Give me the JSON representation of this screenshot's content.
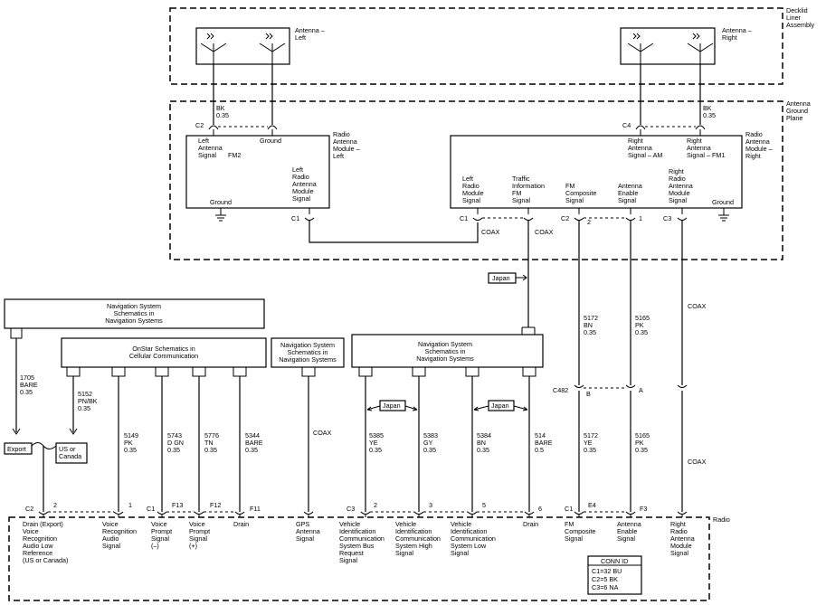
{
  "decklid": {
    "title": [
      "Decklid",
      "Liner",
      "Assembly"
    ]
  },
  "antenna_left": {
    "label": [
      "Antenna –",
      "Left"
    ]
  },
  "antenna_right": {
    "label": [
      "Antenna –",
      "Right"
    ]
  },
  "ground_plane": {
    "title": [
      "Antenna",
      "Ground",
      "Plane"
    ]
  },
  "wire_left_ant": {
    "color": "BK",
    "size": "0.35"
  },
  "wire_right_ant": {
    "color": "BK",
    "size": "0.35"
  },
  "module_left": {
    "title": [
      "Radio",
      "Antenna",
      "Module –",
      "Left"
    ],
    "signal": [
      "Left",
      "Antenna",
      "Signal"
    ],
    "fm2": "FM2",
    "ground_top": "Ground",
    "ground_bottom": "Ground",
    "signal_out": [
      "Left",
      "Radio",
      "Antenna",
      "Module",
      "Signal"
    ]
  },
  "module_right": {
    "title": [
      "Radio",
      "Antenna",
      "Module –",
      "Right"
    ],
    "am": [
      "Right",
      "Antenna",
      "Signal – AM"
    ],
    "fm1": [
      "Right",
      "Antenna",
      "Signal – FM1"
    ],
    "left_sig": [
      "Left",
      "Radio",
      "Module",
      "Signal"
    ],
    "traffic": [
      "Traffic",
      "Information",
      "FM",
      "Signal"
    ],
    "fm_comp": [
      "FM",
      "Composite",
      "Signal"
    ],
    "enable": [
      "Antenna",
      "Enable",
      "Signal"
    ],
    "right_sig": [
      "Right",
      "Radio",
      "Antenna",
      "Module",
      "Signal"
    ],
    "ground": "Ground"
  },
  "connectors": {
    "c2_left": "C2",
    "c1_left": "C1",
    "c4_right": "C4",
    "c1_right": "C1",
    "c2_right": "C2",
    "c2_pin": "2",
    "c3_right": "C3",
    "pin1": "1",
    "c482": "C482",
    "c482_b": "B",
    "c482_a": "A"
  },
  "coax_labels": {
    "coax1": "COAX",
    "coax2": "COAX",
    "coax3": "COAX",
    "coax4": "COAX",
    "coax_gps": "COAX"
  },
  "japan_labels": {
    "j1": "Japan",
    "j2": "Japan",
    "j3": "Japan"
  },
  "upper_wires": {
    "w5172": {
      "circuit": "5172",
      "color": "BN",
      "size": "0.35"
    },
    "w5165": {
      "circuit": "5165",
      "color": "PK",
      "size": "0.35"
    }
  },
  "schem_boxes": {
    "nav_top": [
      "Navigation System",
      "Schematics in",
      "Navigation Systems"
    ],
    "onstar": [
      "OnStar Schematics in",
      "Cellular Communication"
    ],
    "nav_gps": [
      "Navigation System",
      "Schematics in",
      "Navigation Systems"
    ],
    "nav_mid": [
      "Navigation System",
      "Schematics in",
      "Navigation Systems"
    ]
  },
  "lower_wires": {
    "w1705": {
      "circuit": "1705",
      "color": "BARE",
      "size": "0.35"
    },
    "w5152": {
      "circuit": "5152",
      "color": "PN/BK",
      "size": "0.35"
    },
    "w5149": {
      "circuit": "5149",
      "color": "PK",
      "size": "0.35"
    },
    "w5743": {
      "circuit": "5743",
      "color": "D GN",
      "size": "0.35"
    },
    "w5776": {
      "circuit": "5776",
      "color": "TN",
      "size": "0.35"
    },
    "w5344": {
      "circuit": "5344",
      "color": "BARE",
      "size": "0.35"
    },
    "w5385": {
      "circuit": "5385",
      "color": "YE",
      "size": "0.35"
    },
    "w5383": {
      "circuit": "5383",
      "color": "GY",
      "size": "0.35"
    },
    "w5384": {
      "circuit": "5384",
      "color": "BN",
      "size": "0.35"
    },
    "w514": {
      "circuit": "514",
      "color": "BARE",
      "size": "0.5"
    },
    "w5172b": {
      "circuit": "5172",
      "color": "YE",
      "size": "0.35"
    },
    "w5165b": {
      "circuit": "5165",
      "color": "PK",
      "size": "0.35"
    }
  },
  "export_tag": "Export",
  "us_tag": [
    "US or",
    "Canada"
  ],
  "radio": {
    "title": "Radio",
    "conn_c2": "C2",
    "pin_2": "2",
    "pin_1": "1",
    "conn_c1": "C1",
    "f13": "F13",
    "f12": "F12",
    "f11": "F11",
    "conn_c3": "C3",
    "p2": "2",
    "p3": "3",
    "p5": "5",
    "p6": "6",
    "c1e4_c": "C1",
    "e4": "E4",
    "f3": "F3",
    "drain_export": [
      "Drain (Export)",
      "Voice",
      "Recognition",
      "Audio Low",
      "Reference",
      "(US or Canada)"
    ],
    "voice_rec": [
      "Voice",
      "Recognition",
      "Audio",
      "Signal"
    ],
    "voice_minus": [
      "Voice",
      "Prompt",
      "Signal",
      "(–)"
    ],
    "voice_plus": [
      "Voice",
      "Prompt",
      "Signal",
      "(+)"
    ],
    "drain1": "Drain",
    "gps": [
      "GPS",
      "Antenna",
      "Signal"
    ],
    "vic_bus": [
      "Vehicle",
      "Identification",
      "Communication",
      "System Bus",
      "Request",
      "Signal"
    ],
    "vic_high": [
      "Vehicle",
      "Identification",
      "Communication",
      "System High",
      "Signal"
    ],
    "vic_low": [
      "Vehicle",
      "Identification",
      "Communication",
      "System Low",
      "Signal"
    ],
    "drain2": "Drain",
    "fm_comp": [
      "FM",
      "Composite",
      "Signal"
    ],
    "ant_enable": [
      "Antenna",
      "Enable",
      "Signal"
    ],
    "right_radio": [
      "Right",
      "Radio",
      "Antenna",
      "Module",
      "Signal"
    ]
  },
  "conn_id": {
    "title": "CONN ID",
    "rows": [
      "C1=32 BU",
      "C2=5 BK",
      "C3=6 NA"
    ]
  }
}
